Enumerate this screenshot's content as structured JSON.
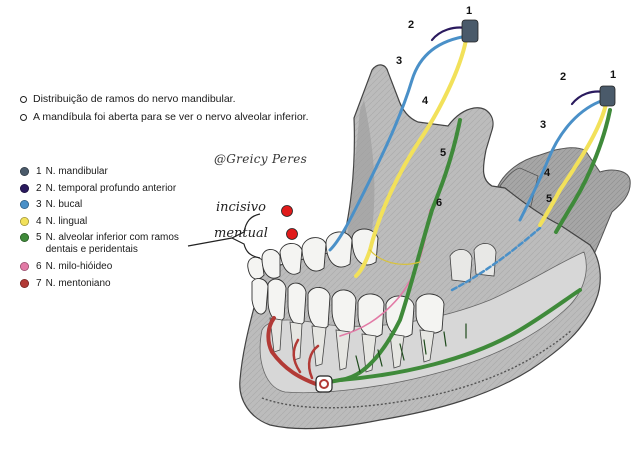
{
  "header_lines": [
    "Distribuição de ramos do nervo mandibular.",
    "A mandíbula foi aberta para se ver o nervo alveolar inferior."
  ],
  "watermark": "@Greicy Peres",
  "legend": [
    {
      "num": "1",
      "label": "N. mandibular",
      "color": "#4a5a6a"
    },
    {
      "num": "2",
      "label": "N. temporal profundo anterior",
      "color": "#2a1a5e"
    },
    {
      "num": "3",
      "label": "N. bucal",
      "color": "#4a90c8"
    },
    {
      "num": "4",
      "label": "N. lingual",
      "color": "#f2e15a"
    },
    {
      "num": "5",
      "label": "N. alveolar inferior com ramos",
      "label2": "dentais e peridentais",
      "color": "#3f8a3a"
    },
    {
      "num": "6",
      "label": "N. milo-hióideo",
      "color": "#e27aa6"
    },
    {
      "num": "7",
      "label": "N. mentoniano",
      "color": "#b23a36"
    }
  ],
  "annotations": {
    "incisivo": "incisivo",
    "mentual": "mentual",
    "marker_color": "#e01b1b"
  },
  "figure_labels": {
    "left": [
      "1",
      "2",
      "3",
      "4",
      "5",
      "6"
    ],
    "right": [
      "1",
      "2",
      "3",
      "4",
      "5"
    ]
  },
  "colors": {
    "bone": "#b9b9b9",
    "bone_dark": "#7d7d7d",
    "tooth": "#f4f4f2",
    "mandibular": "#4a5a6a",
    "temporal": "#2a1a5e",
    "bucal": "#4a90c8",
    "lingual": "#f2e15a",
    "alveolar": "#3f8a3a",
    "milohioideo": "#e27aa6",
    "mentoniano": "#b23a36"
  }
}
